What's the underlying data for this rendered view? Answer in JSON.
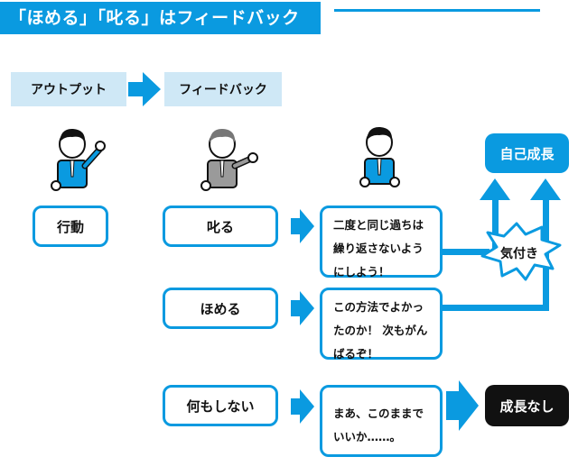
{
  "title": "「ほめる」「叱る」はフィードバック",
  "phases": {
    "output": "アウトプット",
    "feedback": "フィードバック"
  },
  "nodes": {
    "action": "行動",
    "scold": "叱る",
    "praise": "ほめる",
    "nothing": "何もしない"
  },
  "thoughts": {
    "scold": "二度と同じ過ちは\n繰り返さないよう\nにしよう！",
    "praise": "この方法でよかっ\nたのか！ 次もがん\nばるぞ！",
    "nothing": "まあ、このままで\nいいか……。"
  },
  "results": {
    "growth": "自己成長",
    "awareness": "気付き",
    "no_growth": "成長なし"
  },
  "colors": {
    "accent": "#0a9ae0",
    "phase_bg": "#cfe8f6",
    "no_growth_bg": "#111111"
  },
  "icons": [
    "person-raising-hand-icon",
    "person-pointing-icon",
    "person-standing-icon"
  ]
}
